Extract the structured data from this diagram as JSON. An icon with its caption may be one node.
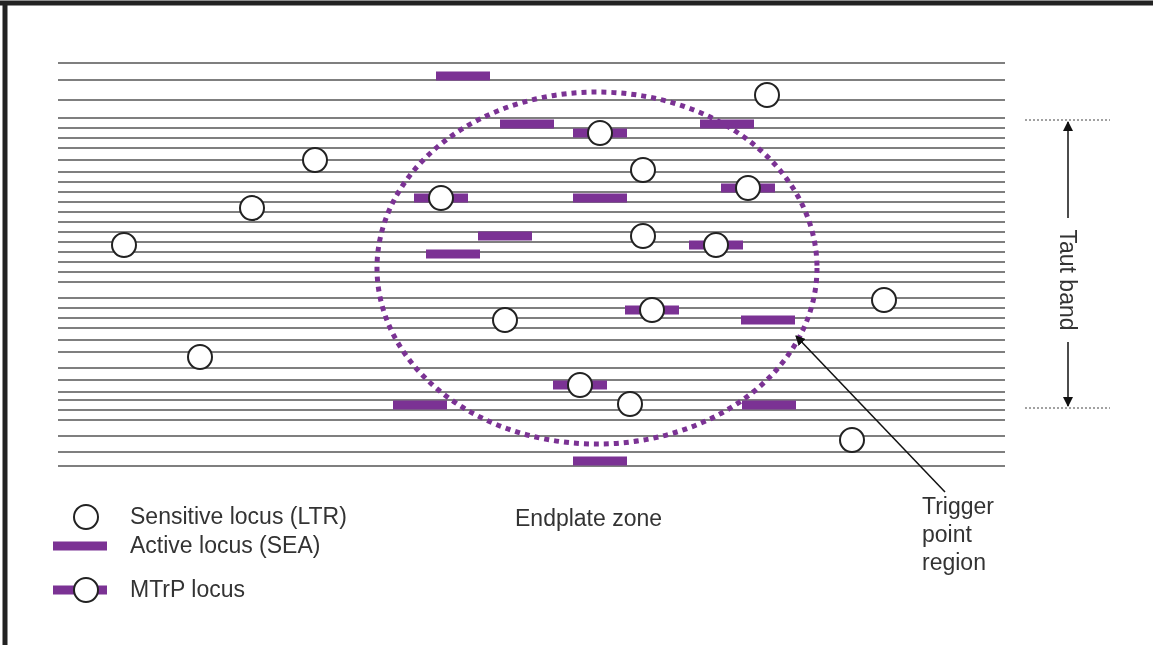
{
  "diagram": {
    "nodes": [
      {
        "text": [
          "Trigger point region"
        ]
      },
      {
        "text": [],
        "shape": "circle"
      }
    ],
    "edges": [
      {
        "from": 0,
        "to": 1,
        "arrow": "to"
      }
    ],
    "labels": [
      "Taut band",
      "Endplate zone"
    ],
    "legend": [
      {
        "text": "Sensitive locus (LTR)"
      },
      {
        "text": "Active locus (SEA)"
      },
      {
        "text": "MTrP locus"
      }
    ]
  }
}
